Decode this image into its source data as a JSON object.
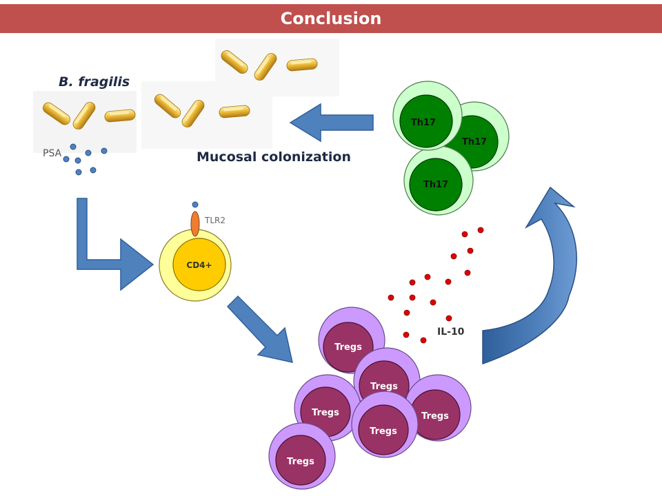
{
  "title": "Conclusion",
  "labels": {
    "bacteria": "B. fragilis",
    "psa": "PSA",
    "colonization": "Mucosal colonization",
    "tlr2": "TLR2",
    "cd4": "CD4+",
    "il10": "IL-10",
    "th17": "Th17",
    "tregs": "Tregs"
  },
  "colors": {
    "title_bar": "#c0504d",
    "arrow": "#4f81bd",
    "th17_outer": "#ccffcc",
    "th17_inner": "#008000",
    "treg_outer": "#cc99ff",
    "treg_inner": "#993366",
    "cd4_outer": "#ffff99",
    "cd4_inner": "#ffcc00",
    "il10_dot": "#e00000",
    "psa_dot": "#4f81bd",
    "bacterium": "#f0c040"
  }
}
